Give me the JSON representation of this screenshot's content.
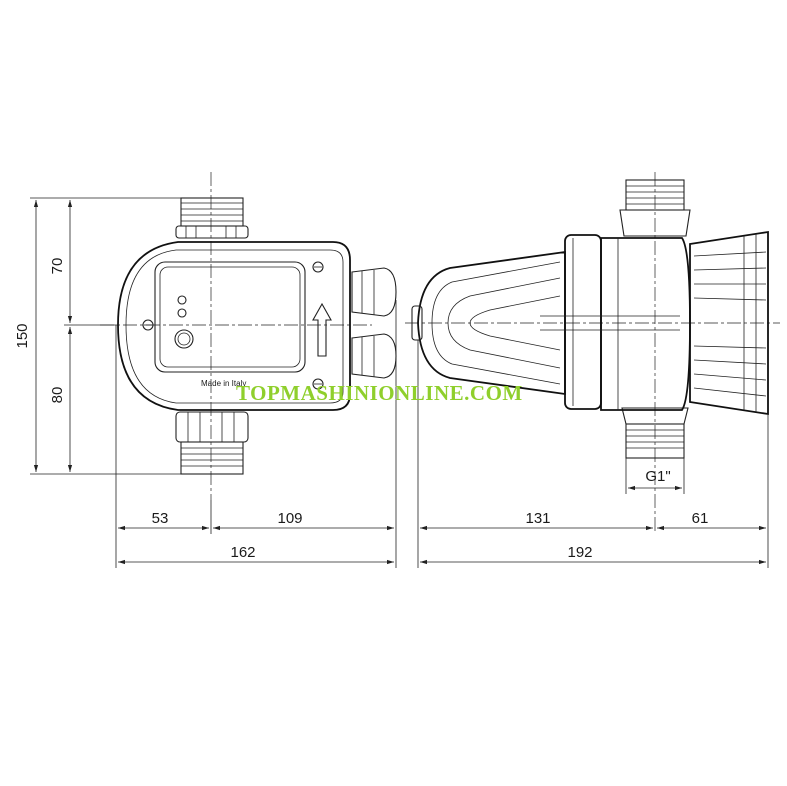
{
  "front_view": {
    "dim_total_height": "150",
    "dim_upper_height": "70",
    "dim_lower_height": "80",
    "dim_left_width": "53",
    "dim_right_width": "109",
    "dim_total_width": "162",
    "label_made_in": "Made in Italy"
  },
  "side_view": {
    "dim_thread": "G1\"",
    "dim_left_length": "131",
    "dim_right_length": "61",
    "dim_total_length": "192"
  },
  "watermark": "TOPMASHINIONLINE.COM"
}
